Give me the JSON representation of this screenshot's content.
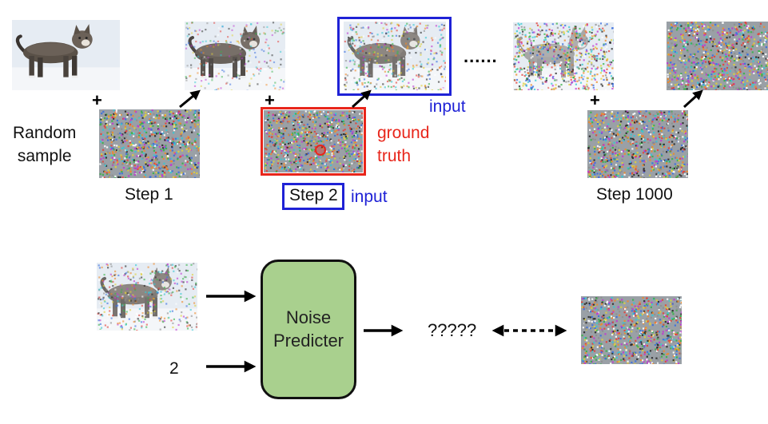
{
  "labels": {
    "random_sample": "Random\nsample",
    "step1": "Step 1",
    "step2": "Step 2",
    "step1000": "Step 1000",
    "input_top": "input",
    "input_step2": "input",
    "ground_truth": "ground\ntruth",
    "ellipsis": "......",
    "plus": "+",
    "step_number": "2",
    "question": "?????"
  },
  "predictor": {
    "label": "Noise\nPredicter",
    "fill": "#a9d08e"
  },
  "colors": {
    "blue": "#1f22d6",
    "red": "#e8261b",
    "text": "#111111"
  },
  "images": [
    {
      "name": "cat-clean-image",
      "noise": 0.0
    },
    {
      "name": "cat-step1-image",
      "noise": 0.15
    },
    {
      "name": "cat-step2-image",
      "noise": 0.4
    },
    {
      "name": "cat-step999-image",
      "noise": 0.8
    },
    {
      "name": "noise-final-image",
      "noise": 1.0
    },
    {
      "name": "noise-step1-image",
      "noise": 1.0
    },
    {
      "name": "noise-step2-image",
      "noise": 1.0
    },
    {
      "name": "noise-step1000-image",
      "noise": 1.0
    },
    {
      "name": "cat-predictor-input-image",
      "noise": 0.4
    },
    {
      "name": "noise-predictor-target-image",
      "noise": 1.0
    }
  ]
}
